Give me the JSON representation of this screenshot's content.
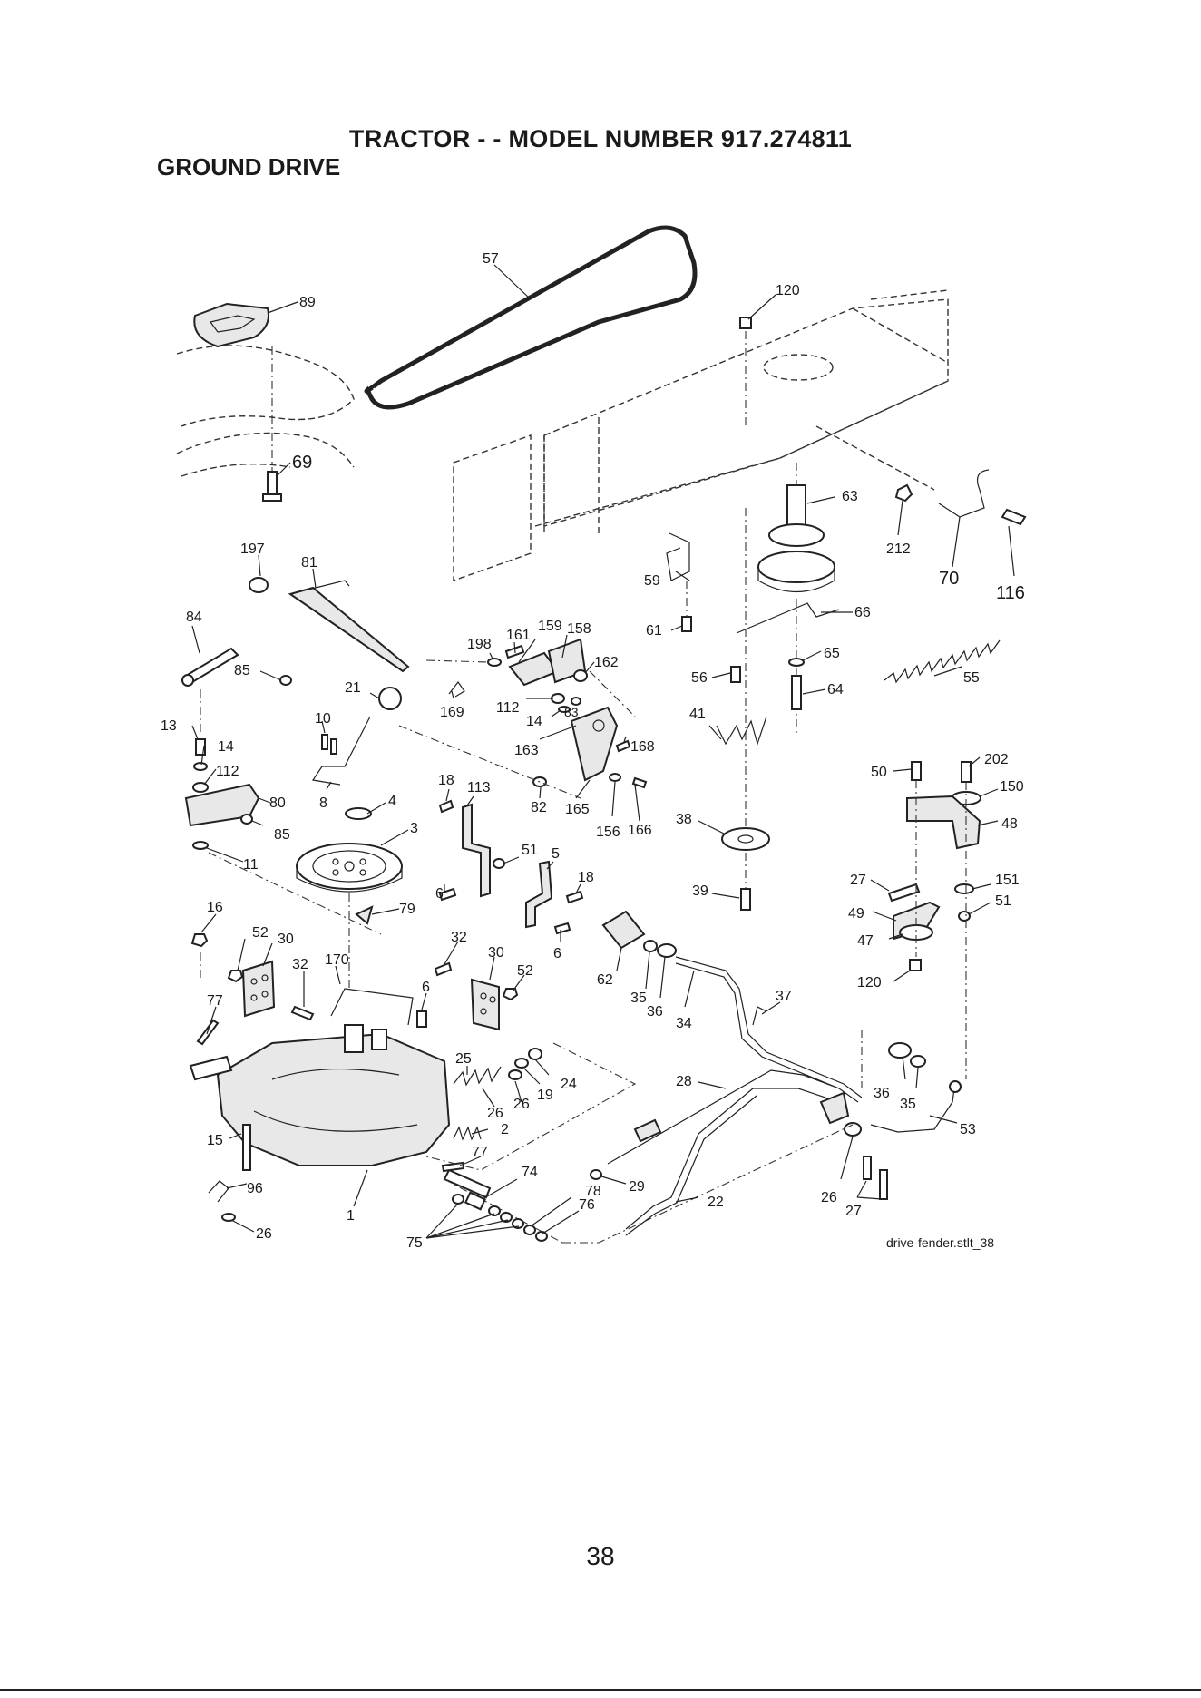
{
  "title": "TRACTOR - - MODEL NUMBER 917.274811",
  "section": "GROUND DRIVE",
  "caption": "drive-fender.stlt_38",
  "page_number": "38",
  "labels": {
    "l57": "57",
    "l120a": "120",
    "l89": "89",
    "l69": "69",
    "l63": "63",
    "l212": "212",
    "l70": "70",
    "l116": "116",
    "l197": "197",
    "l81": "81",
    "l59": "59",
    "l66": "66",
    "l84": "84",
    "l61": "61",
    "l159": "159",
    "l158": "158",
    "l161": "161",
    "l198": "198",
    "l162": "162",
    "l65": "65",
    "l55": "55",
    "l56": "56",
    "l64": "64",
    "l21": "21",
    "l85a": "85",
    "l169": "169",
    "l112a": "112",
    "l83": "83",
    "l14a": "14",
    "l41": "41",
    "l13": "13",
    "l10": "10",
    "l14b": "14",
    "l163": "163",
    "l168": "168",
    "l202": "202",
    "l50": "50",
    "l150": "150",
    "l112b": "112",
    "l18a": "18",
    "l113": "113",
    "l80": "80",
    "l8": "8",
    "l4": "4",
    "l82": "82",
    "l165": "165",
    "l166": "166",
    "l156": "156",
    "l38": "38",
    "l48": "48",
    "l85b": "85",
    "l51a": "51",
    "l3": "3",
    "l11": "11",
    "l5": "5",
    "l18b": "18",
    "l6a": "6",
    "l27a": "27",
    "l151": "151",
    "l51b": "51",
    "l39": "39",
    "l16": "16",
    "l79": "79",
    "l49": "49",
    "l52a": "52",
    "l30a": "30",
    "l6b": "6",
    "l47": "47",
    "l32a": "32",
    "l170": "170",
    "l32b": "32",
    "l30b": "30",
    "l62": "62",
    "l120b": "120",
    "l52b": "52",
    "l35a": "35",
    "l36a": "36",
    "l34": "34",
    "l37": "37",
    "l77a": "77",
    "l6c": "6",
    "l25": "25",
    "l24": "24",
    "l19": "19",
    "l26a": "26",
    "l28": "28",
    "l26b": "26",
    "l36b": "36",
    "l35b": "35",
    "l53": "53",
    "l2": "2",
    "l15": "15",
    "l77b": "77",
    "l74": "74",
    "l29": "29",
    "l96": "96",
    "l78": "78",
    "l76": "76",
    "l22": "22",
    "l26c": "26",
    "l27b": "27",
    "l1": "1",
    "l26d": "26",
    "l75": "75"
  }
}
